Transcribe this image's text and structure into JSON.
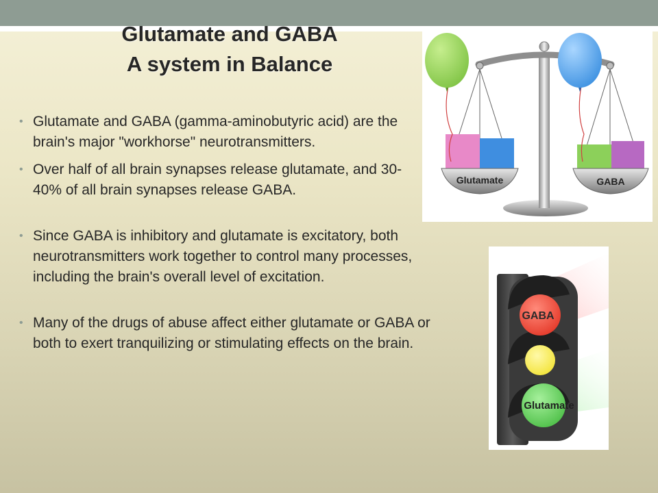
{
  "title": {
    "line1": "Glutamate and GABA",
    "line2": "A system in Balance"
  },
  "bullets": [
    "Glutamate and GABA (gamma-aminobutyric acid) are the brain's major \"workhorse\" neurotransmitters.",
    "Over half of all brain synapses release glutamate, and 30-40% of all brain synapses release GABA.",
    "Since GABA is inhibitory and glutamate is excitatory, both neurotransmitters work together to control many processes, including the brain's overall level of excitation.",
    "Many of the drugs of abuse affect either glutamate or GABA or both to exert tranquilizing or stimulating effects on the brain."
  ],
  "scale_image": {
    "left_pan_label": "Glutamate",
    "right_pan_label": "GABA",
    "left_balloon_color": "#7dc242",
    "right_balloon_color": "#3a8fe0",
    "left_block_colors": [
      "#e889c8",
      "#3f8ee0"
    ],
    "right_block_colors": [
      "#8cd05a",
      "#b769c2"
    ]
  },
  "traffic_light_image": {
    "top_label": "GABA",
    "bottom_label": "Glutamate",
    "top_color": "#e53a2a",
    "middle_color": "#f3e43a",
    "bottom_color": "#4fc049"
  },
  "colors": {
    "top_band": "#8e9c93",
    "bullet": "#8e9c93",
    "text": "#262626"
  }
}
